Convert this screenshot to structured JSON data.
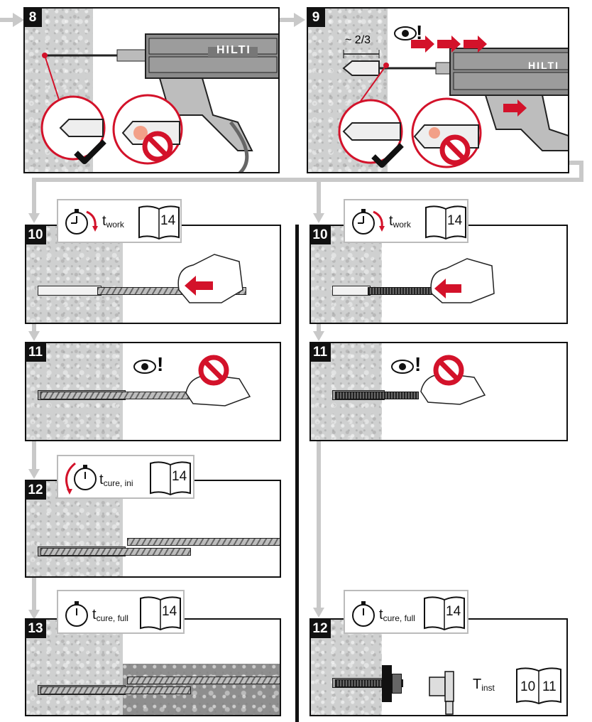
{
  "steps": {
    "s8": {
      "number": "8"
    },
    "s9": {
      "number": "9",
      "fraction": "~ 2/3",
      "eye_mark": "!"
    },
    "s10_left": {
      "number": "10",
      "t_main": "t",
      "t_sub": "work",
      "book_page": "14"
    },
    "s11_left": {
      "number": "11",
      "eye_mark": "!"
    },
    "s12_left": {
      "number": "12",
      "t_main": "t",
      "t_sub": "cure, ini",
      "book_page": "14"
    },
    "s13_left": {
      "number": "13",
      "t_main": "t",
      "t_sub": "cure, full",
      "book_page": "14"
    },
    "s10_right": {
      "number": "10",
      "t_main": "t",
      "t_sub": "work",
      "book_page": "14"
    },
    "s11_right": {
      "number": "11",
      "eye_mark": "!"
    },
    "s12_right": {
      "number": "12",
      "t_main": "t",
      "t_sub": "cure, full",
      "book_page": "14",
      "T_main": "T",
      "T_sub": "inst",
      "book_pages": [
        "10",
        "11"
      ]
    }
  },
  "brand": "HILTI",
  "colors": {
    "accent_red": "#d3122a",
    "connector_gray": "#c9c9c9",
    "ink": "#111111"
  },
  "icons": [
    "stopwatch-icon",
    "book-icon",
    "eye-icon",
    "prohibited-icon",
    "checkmark-icon",
    "arrow-icon",
    "torque-wrench-icon"
  ]
}
